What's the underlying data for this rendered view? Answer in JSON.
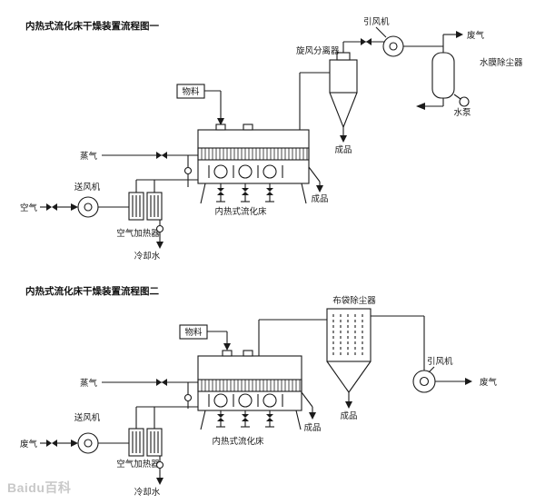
{
  "watermark": "Baidu百科",
  "colors": {
    "line": "#1a1a1a",
    "background": "#ffffff",
    "watermark": "#c8c8c8"
  },
  "diagram1": {
    "title": "内热式流化床干燥装置流程图一",
    "labels": {
      "material": "物料",
      "steam": "蒸气",
      "air_in": "空气",
      "blower": "送风机",
      "air_heater": "空气加热器",
      "cooling_water": "冷却水",
      "fluidized_bed": "内热式流化床",
      "product_bed": "成品",
      "cyclone": "旋风分离器",
      "product_cyclone": "成品",
      "induced_fan": "引风机",
      "exhaust": "废气",
      "water_film_deduster": "水膜除尘器",
      "water_pump": "水泵"
    }
  },
  "diagram2": {
    "title": "内热式流化床干燥装置流程图二",
    "labels": {
      "material": "物料",
      "steam": "蒸气",
      "air_in": "废气",
      "blower": "送风机",
      "air_heater": "空气加热器",
      "cooling_water": "冷却水",
      "fluidized_bed": "内热式流化床",
      "product_bed": "成品",
      "bag_deduster": "布袋除尘器",
      "product_filter": "成品",
      "induced_fan": "引风机",
      "exhaust": "废气"
    }
  }
}
